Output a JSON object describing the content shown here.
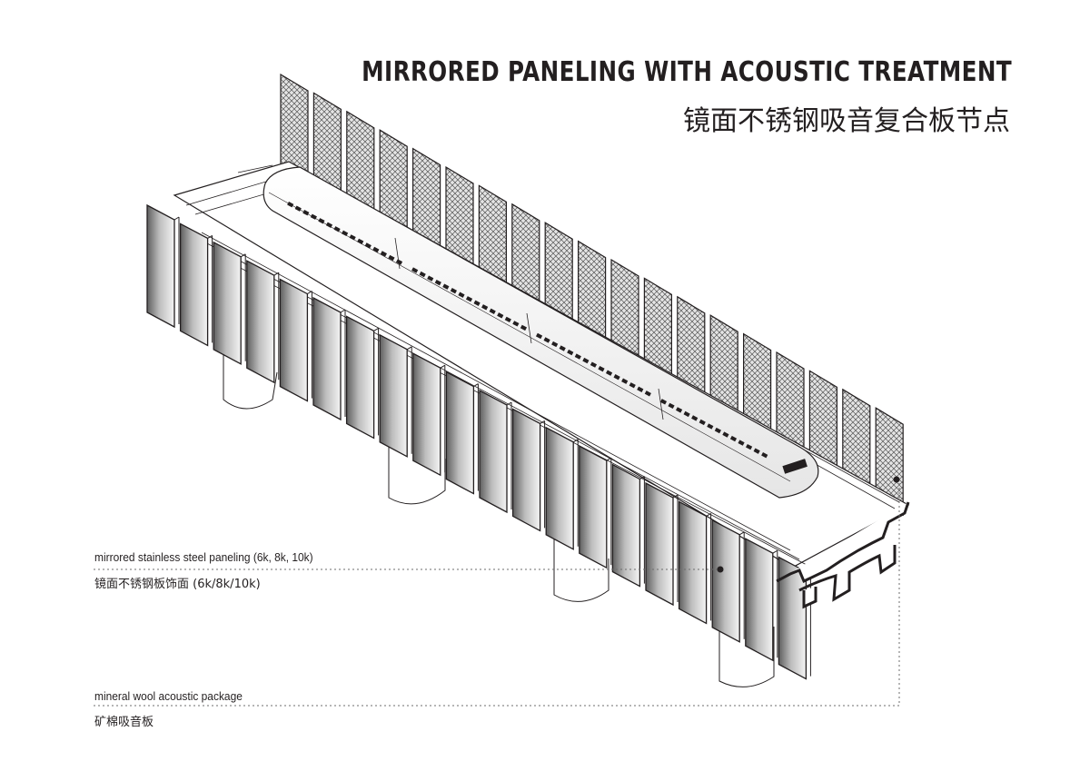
{
  "title": {
    "en": "MIRRORED PANELING WITH ACOUSTIC TREATMENT",
    "cn": "镜面不锈钢吸音复合板节点"
  },
  "callouts": [
    {
      "en": "mirrored stainless steel paneling (6k, 8k, 10k)",
      "cn": "镜面不锈钢板饰面 (6k/8k/10k)"
    },
    {
      "en": "mineral wool acoustic package",
      "cn": "矿棉吸音板"
    }
  ],
  "colors": {
    "ink": "#231f20",
    "mirror_dark": "#6e6e6e",
    "mirror_light": "#f2f2f2",
    "mesh": "#d9d9d9"
  },
  "icons": [
    "train-icon",
    "viaduct-icon",
    "leader-dot-icon"
  ]
}
